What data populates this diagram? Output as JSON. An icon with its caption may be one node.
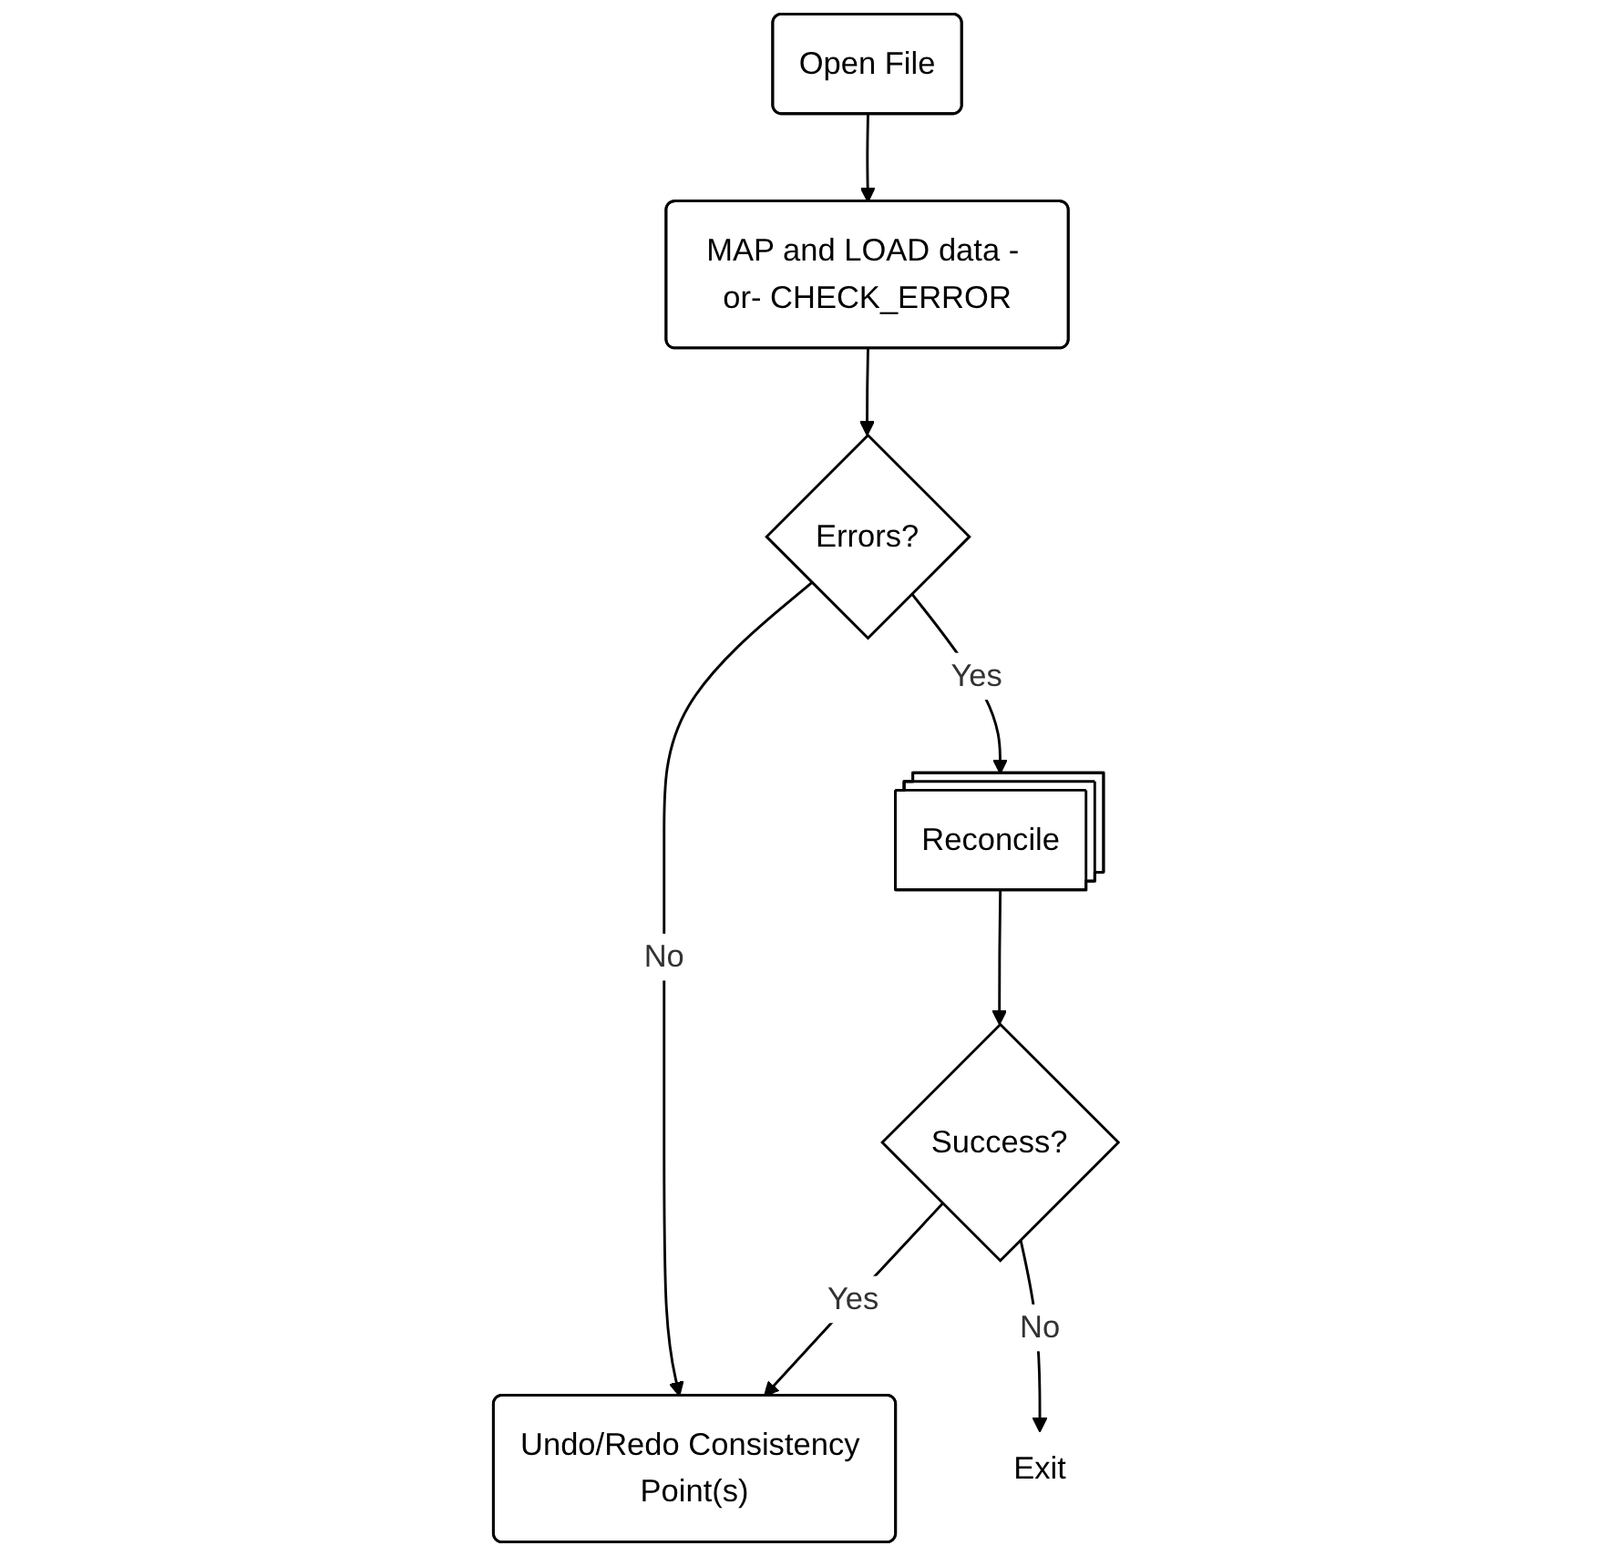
{
  "diagram": {
    "nodes": [
      {
        "text": [
          "Open File"
        ]
      },
      {
        "text": [
          "MAP and LOAD data - or- CHECK_ERROR"
        ]
      },
      {
        "text": [
          "Errors?"
        ]
      },
      {
        "text": [
          "Reconcile"
        ]
      },
      {
        "text": [
          "Success?"
        ]
      },
      {
        "text": [
          "Undo/Redo Consistency Point(s)"
        ]
      },
      {
        "text": [
          "Exit"
        ]
      }
    ],
    "edges": [
      {
        "from": 0,
        "to": 1,
        "arrow": "to"
      },
      {
        "from": 1,
        "to": 2,
        "arrow": "to"
      },
      {
        "from": 2,
        "to": 3,
        "arrow": "to",
        "label": "Yes"
      },
      {
        "from": 2,
        "to": 5,
        "arrow": "to",
        "label": "No"
      },
      {
        "from": 3,
        "to": 4,
        "arrow": "to"
      },
      {
        "from": 4,
        "to": 5,
        "arrow": "to",
        "label": "Yes"
      },
      {
        "from": 4,
        "to": 6,
        "arrow": "to",
        "label": "No"
      }
    ]
  }
}
